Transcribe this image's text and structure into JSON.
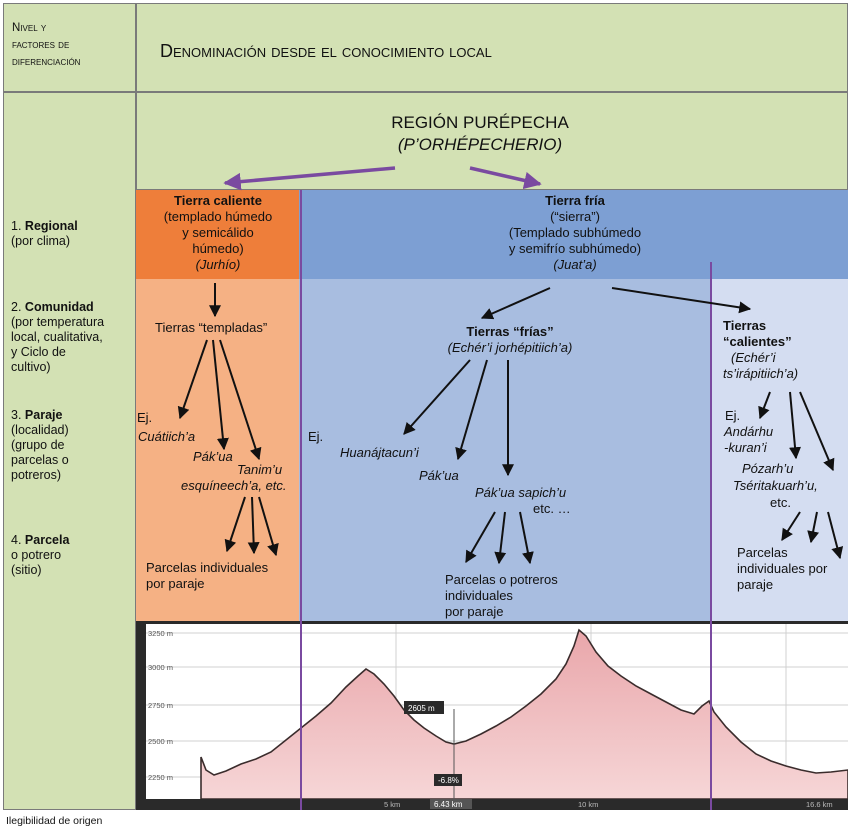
{
  "header": {
    "col1": [
      "Nivel y",
      "factores de",
      "diferenciación"
    ],
    "col2": "Denominación desde el conocimiento local"
  },
  "region": {
    "title": "REGIÓN PURÉPECHA",
    "subtitle": "(P’ORHÉPECHERIO)"
  },
  "levels": [
    {
      "num": "1.",
      "name": "Regional",
      "desc": [
        "(por clima)"
      ]
    },
    {
      "num": "2.",
      "name": "Comunidad",
      "desc": [
        "(por temperatura",
        "local, cualitativa,",
        "y Ciclo de",
        "cultivo)"
      ]
    },
    {
      "num": "3.",
      "name": "Paraje",
      "desc": [
        "(localidad)",
        "(grupo de",
        "parcelas o",
        "potreros)"
      ]
    },
    {
      "num": "4.",
      "name": "Parcela",
      "desc": [
        "o potrero",
        "(sitio)"
      ]
    }
  ],
  "caliente": {
    "title": "Tierra caliente",
    "lines": [
      "(templado húmedo",
      "y semicálido",
      "húmedo)"
    ],
    "local": "(Jurhío)",
    "comunidad": "Tierras “templadas”",
    "ej": "Ej.",
    "parajes": [
      "Cuátiich’a",
      "Pák’ua",
      "Tanim’u",
      "esquíneech’a, etc."
    ],
    "parcelas": [
      "Parcelas individuales",
      "por paraje"
    ]
  },
  "fria": {
    "title": "Tierra fría",
    "sierra": "(“sierra”)",
    "lines": [
      "(Templado subhúmedo",
      "y semifrío subhúmedo)"
    ],
    "local": "(Juat’a)",
    "comunidad": "Tierras “frías”",
    "comunidad_local": "(Echér’i jorhépitiich’a)",
    "ej": "Ej.",
    "parajes": [
      "Huanájtacun’i",
      "Pák’ua",
      "Pák’ua sapich’u",
      "etc. …"
    ],
    "parcelas": [
      "Parcelas o potreros",
      "individuales",
      "por paraje"
    ]
  },
  "calientes": {
    "title": [
      "Tierras",
      "“calientes”"
    ],
    "local": [
      "(Echér’i",
      "ts’irápitiich’a)"
    ],
    "ej": "Ej.",
    "parajes": [
      "Andárhu",
      "-kuran’i",
      "Pózarh’u",
      "Tséritakuarh’u,",
      "etc."
    ],
    "parcelas": [
      "Parcelas",
      "individuales por",
      "paraje"
    ]
  },
  "profile": {
    "y_labels": [
      "3250 m",
      "3000 m",
      "2750 m",
      "2500 m",
      "2250 m"
    ],
    "x_labels": [
      "5 km",
      "10 km",
      "16.6 km"
    ],
    "marker_elev": "2605 m",
    "marker_pct": "-6.8%",
    "marker_km": "6.43 km"
  },
  "colors": {
    "green": "#d3e1b4",
    "orange_dark": "#ee7e3a",
    "orange_light": "#f5b184",
    "blue_dark": "#7d9fd3",
    "blue_mid": "#a8bde0",
    "blue_light": "#d4ddf1",
    "purple": "#7a4aa0"
  },
  "footer": "Ilegibilidad de origen"
}
